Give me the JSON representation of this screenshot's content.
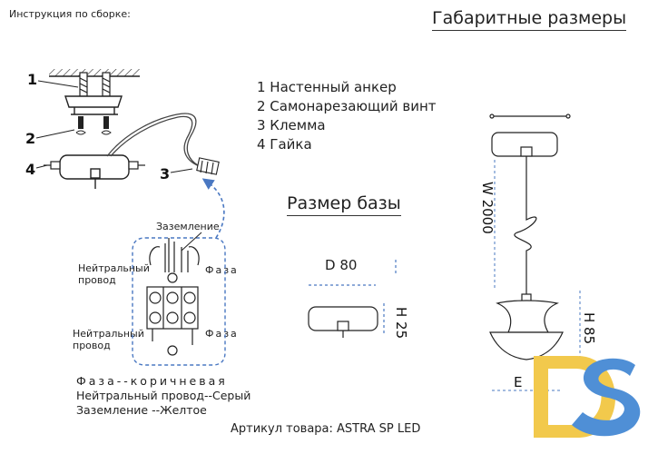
{
  "header": {
    "instruction": "Инструкция по сборке:",
    "dimensions_title": "Габаритные размеры"
  },
  "legend": [
    "1 Настенный анкер",
    "2 Самонарезающий винт",
    "3 Клемма",
    "4 Гайка"
  ],
  "callouts": {
    "n1": "1",
    "n2": "2",
    "n3": "3",
    "n4": "4"
  },
  "wiring": {
    "ground_label": "Заземление",
    "neutral_top": "Нейтральный провод",
    "phase_top": "Фаза",
    "neutral_bottom": "Нейтральный провод",
    "phase_bottom": "Фаза"
  },
  "colors_text": [
    "Фаза--коричневая",
    "Нейтральный провод--Серый",
    "Заземление --Желтое"
  ],
  "base": {
    "title": "Размер базы",
    "diameter": "D 80",
    "height": "H 25"
  },
  "dims": {
    "cable": "W 2000",
    "shade_height": "H 85",
    "shade_width": "E"
  },
  "footer": {
    "article": "Артикул товара: ASTRA SP LED"
  },
  "logo": {
    "text": "DS",
    "color_d": "#f2c94c",
    "color_s": "#4f8fd6"
  }
}
